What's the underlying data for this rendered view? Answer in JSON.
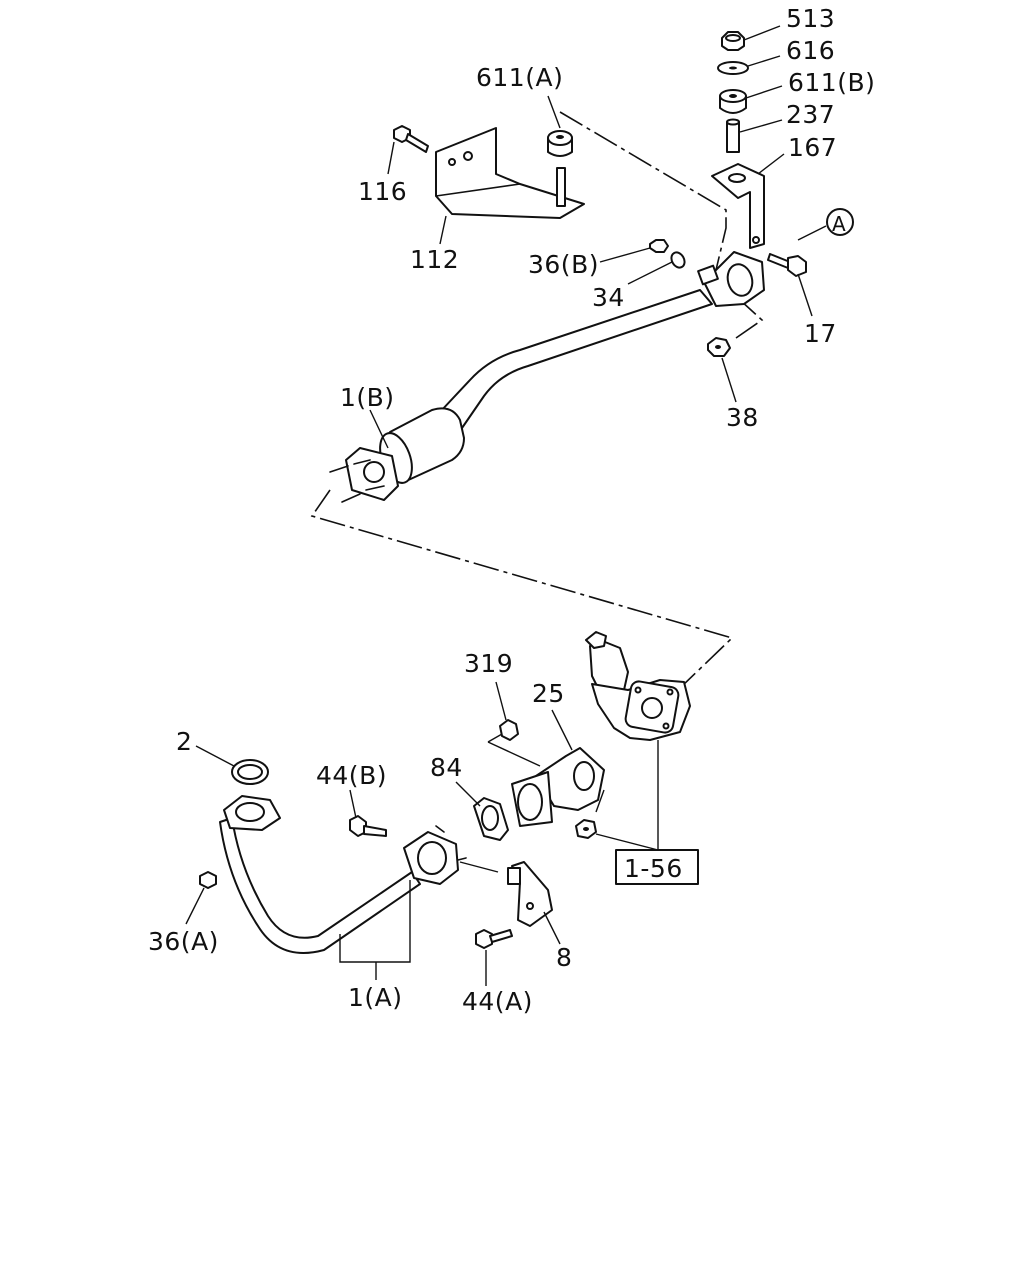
{
  "callouts": {
    "p513": "513",
    "p616": "616",
    "p611b": "611(B)",
    "p237": "237",
    "p167": "167",
    "p611a": "611(A)",
    "p116": "116",
    "p112": "112",
    "pA": "A",
    "p36b": "36(B)",
    "p34": "34",
    "p17": "17",
    "p1b": "1(B)",
    "p38": "38",
    "p319": "319",
    "p25": "25",
    "p2": "2",
    "p84": "84",
    "p44b": "44(B)",
    "p156": "1-56",
    "p36a": "36(A)",
    "p8": "8",
    "p1a": "1(A)",
    "p44a": "44(A)"
  }
}
